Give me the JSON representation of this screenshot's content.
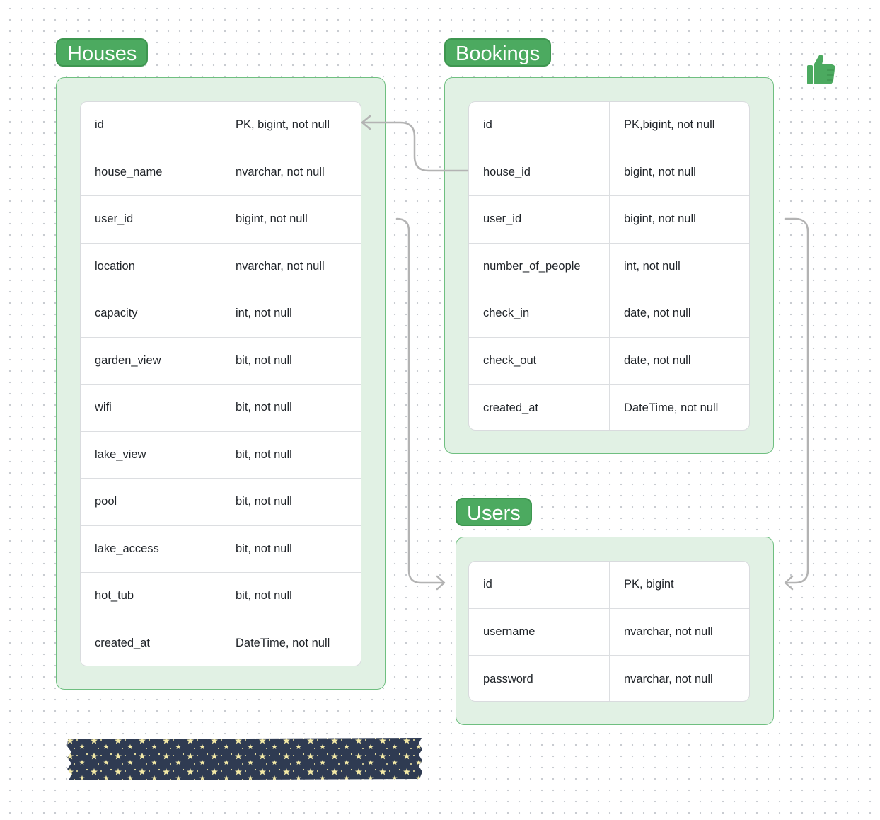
{
  "tables": {
    "houses": {
      "title": "Houses",
      "rows": [
        {
          "name": "id",
          "type": "PK, bigint, not null"
        },
        {
          "name": "house_name",
          "type": "nvarchar, not null"
        },
        {
          "name": "user_id",
          "type": "bigint, not null"
        },
        {
          "name": "location",
          "type": "nvarchar, not null"
        },
        {
          "name": "capacity",
          "type": "int, not null"
        },
        {
          "name": "garden_view",
          "type": "bit, not null"
        },
        {
          "name": "wifi",
          "type": "bit, not null"
        },
        {
          "name": "lake_view",
          "type": "bit, not null"
        },
        {
          "name": "pool",
          "type": "bit, not null"
        },
        {
          "name": "lake_access",
          "type": "bit, not null"
        },
        {
          "name": "hot_tub",
          "type": "bit, not null"
        },
        {
          "name": "created_at",
          "type": "DateTime, not null"
        }
      ]
    },
    "bookings": {
      "title": "Bookings",
      "rows": [
        {
          "name": "id",
          "type": "PK,bigint, not null"
        },
        {
          "name": "house_id",
          "type": "bigint, not null"
        },
        {
          "name": "user_id",
          "type": "bigint, not null"
        },
        {
          "name": "number_of_people",
          "type": "int, not null"
        },
        {
          "name": "check_in",
          "type": "date, not null"
        },
        {
          "name": "check_out",
          "type": "date, not null"
        },
        {
          "name": "created_at",
          "type": "DateTime, not null"
        }
      ]
    },
    "users": {
      "title": "Users",
      "rows": [
        {
          "name": "id",
          "type": "PK, bigint"
        },
        {
          "name": "username",
          "type": "nvarchar, not null"
        },
        {
          "name": "password",
          "type": "nvarchar, not null"
        }
      ]
    }
  },
  "colors": {
    "accent": "#4caa60",
    "panel": "#e1f1e4",
    "connector": "#b3b3b3",
    "tape": "#2f3b52",
    "star": "#f3e9a6"
  },
  "decorations": {
    "sticker": "thumbs-up-icon",
    "tape": "star-tape"
  }
}
